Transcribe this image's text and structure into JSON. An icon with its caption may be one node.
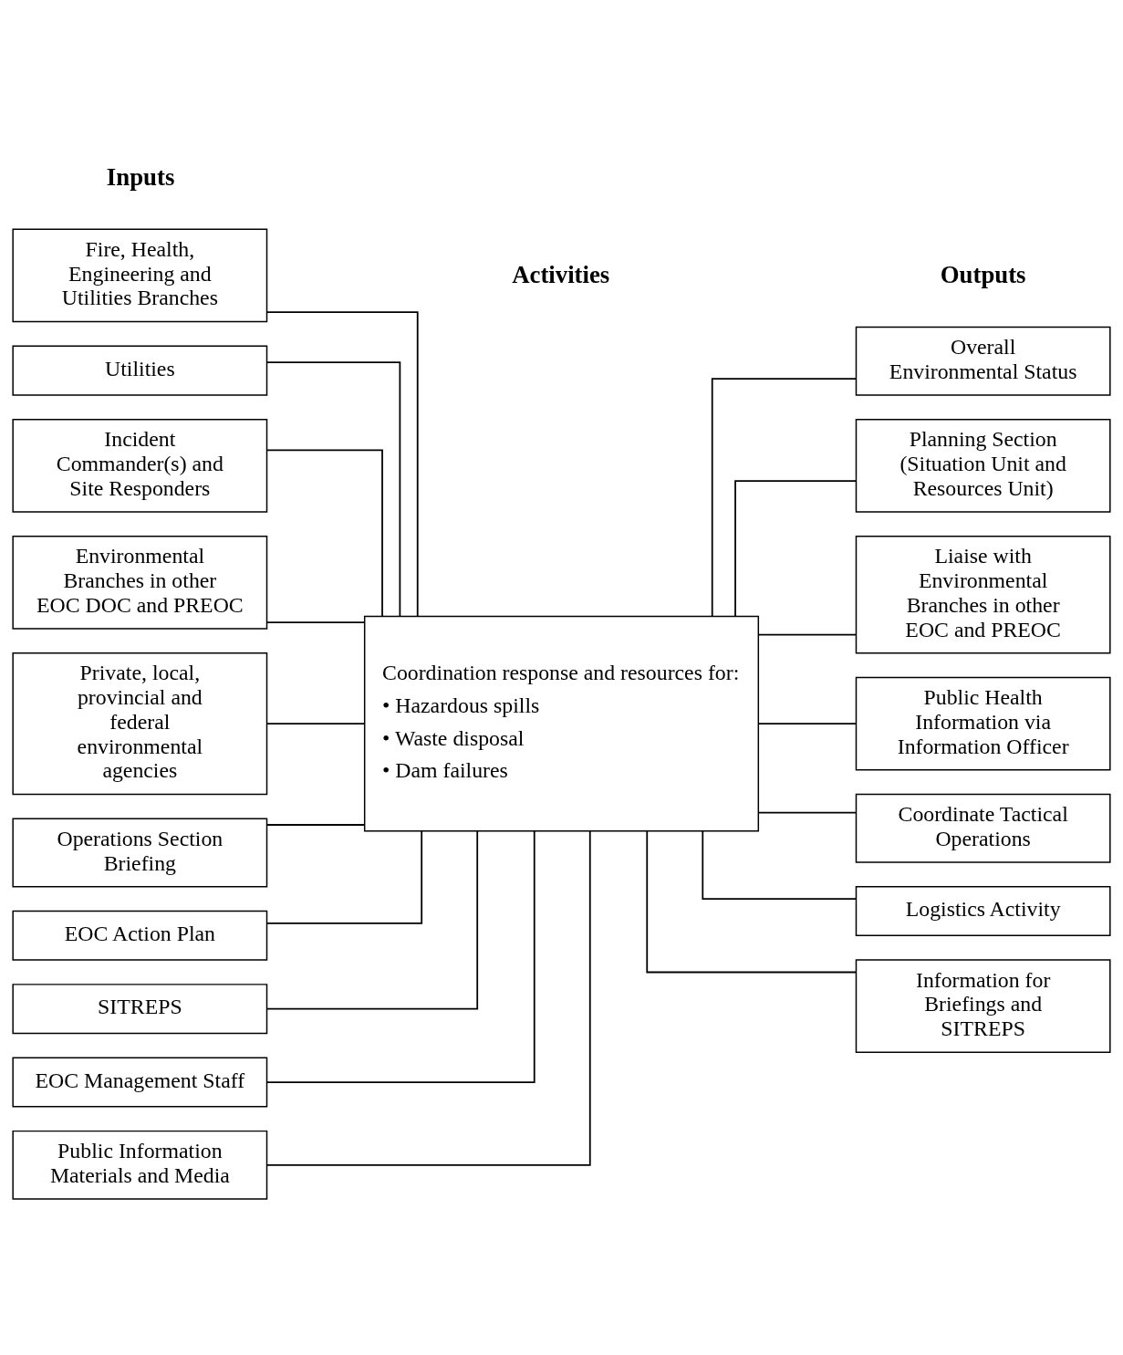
{
  "diagram": {
    "nodes": [
      {
        "text": [
          "Fire, Health, Engineering and Utilities Branches"
        ]
      },
      {
        "text": [
          "Utilities"
        ]
      },
      {
        "text": [
          "Incident Commander(s) and Site Responders"
        ]
      },
      {
        "text": [
          "Environmental Branches in other EOC DOC and PREOC"
        ]
      },
      {
        "text": [
          "Private, local, provincial and federal environmental agencies"
        ]
      },
      {
        "text": [
          "Operations Section Briefing"
        ]
      },
      {
        "text": [
          "EOC Action Plan"
        ]
      },
      {
        "text": [
          "SITREPS"
        ]
      },
      {
        "text": [
          "EOC Management Staff"
        ]
      },
      {
        "text": [
          "Public Information Materials and Media"
        ]
      },
      {
        "text": [
          "Coordination response and resources for:",
          "• Hazardous spills",
          "• Waste disposal",
          "• Dam failures"
        ]
      },
      {
        "text": [
          "Overall Environmental Status"
        ]
      },
      {
        "text": [
          "Planning Section (Situation Unit and Resources Unit)"
        ]
      },
      {
        "text": [
          "Liaise with Environmental Branches in other EOC and PREOC"
        ]
      },
      {
        "text": [
          "Public Health Information via Information Officer"
        ]
      },
      {
        "text": [
          "Coordinate Tactical Operations"
        ]
      },
      {
        "text": [
          "Logistics Activity"
        ]
      },
      {
        "text": [
          "Information for Briefings and SITREPS"
        ]
      }
    ],
    "edges": [
      {
        "from": 0,
        "to": 10,
        "arrow": "none"
      },
      {
        "from": 1,
        "to": 10,
        "arrow": "none"
      },
      {
        "from": 2,
        "to": 10,
        "arrow": "none"
      },
      {
        "from": 3,
        "to": 10,
        "arrow": "none"
      },
      {
        "from": 4,
        "to": 10,
        "arrow": "none"
      },
      {
        "from": 5,
        "to": 10,
        "arrow": "none"
      },
      {
        "from": 6,
        "to": 10,
        "arrow": "none"
      },
      {
        "from": 7,
        "to": 10,
        "arrow": "none"
      },
      {
        "from": 8,
        "to": 10,
        "arrow": "none"
      },
      {
        "from": 9,
        "to": 10,
        "arrow": "none"
      },
      {
        "from": 10,
        "to": 11,
        "arrow": "none"
      },
      {
        "from": 10,
        "to": 12,
        "arrow": "none"
      },
      {
        "from": 10,
        "to": 13,
        "arrow": "none"
      },
      {
        "from": 10,
        "to": 14,
        "arrow": "none"
      },
      {
        "from": 10,
        "to": 15,
        "arrow": "none"
      },
      {
        "from": 10,
        "to": 16,
        "arrow": "none"
      },
      {
        "from": 10,
        "to": 17,
        "arrow": "none"
      }
    ],
    "labels": [
      "Inputs",
      "Activities",
      "Outputs"
    ]
  }
}
